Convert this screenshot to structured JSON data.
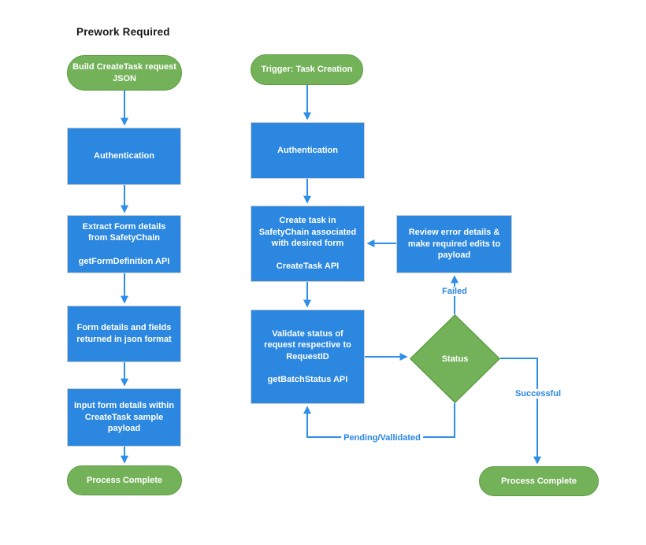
{
  "title": "Prework Required",
  "colors": {
    "node_blue": "#2b87e0",
    "node_green": "#74b25a",
    "green_border": "#5c9e43",
    "box_border_gray": "#cfcfcf",
    "connector_blue": "#2e8fe8"
  },
  "left_flow": {
    "start": "Build CreateTask request\nJSON",
    "authentication": "Authentication",
    "extract": "Extract Form details\nfrom SafetyChain\n\ngetFormDefinition API",
    "form_details": "Form details and fields\nreturned in json format",
    "input_form": "Input form details within\nCreateTask sample\npayload",
    "end": "Process Complete"
  },
  "right_flow": {
    "start": "Trigger: Task Creation",
    "authentication": "Authentication",
    "create_task": "Create task in\nSafetyChain associated\nwith desired form\n\nCreateTask API",
    "validate": "Validate status of\nrequest respective to\nRequestID\n\ngetBatchStatus API",
    "review": "Review error details &\nmake required edits to\npayload",
    "decision": "Status",
    "end": "Process Complete",
    "edge_labels": {
      "failed": "Failed",
      "successful": "Successful",
      "pending": "Pending/Vallidated"
    }
  }
}
